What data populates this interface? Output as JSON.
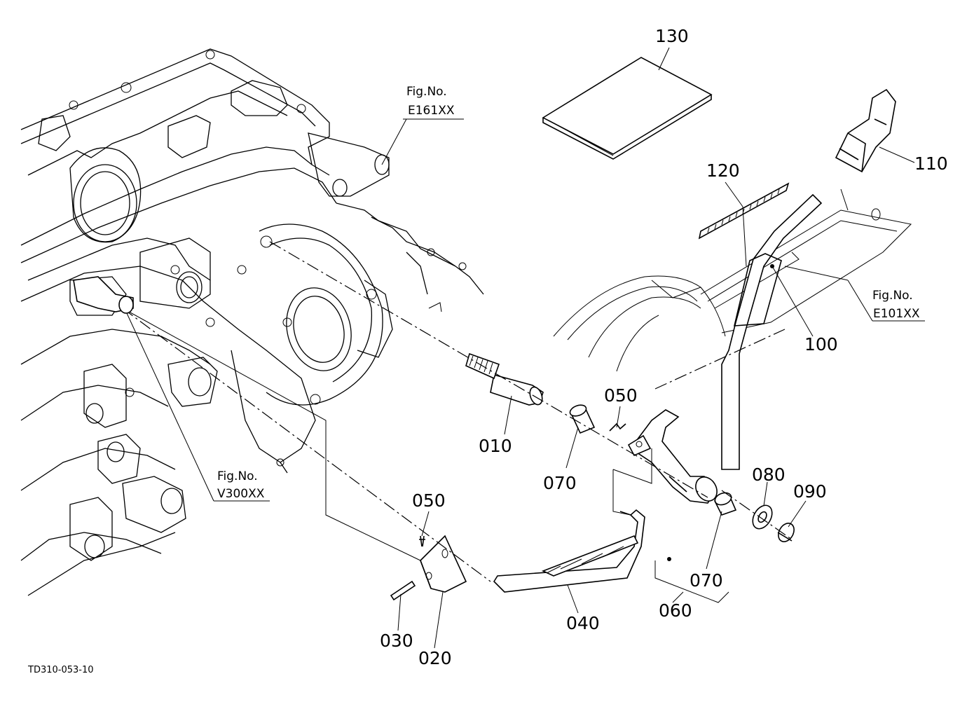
{
  "diagram": {
    "drawing_code": "TD310-053-10",
    "callouts": [
      {
        "id": "010",
        "label": "010"
      },
      {
        "id": "020",
        "label": "020"
      },
      {
        "id": "030",
        "label": "030"
      },
      {
        "id": "040",
        "label": "040"
      },
      {
        "id": "050a",
        "label": "050"
      },
      {
        "id": "050b",
        "label": "050"
      },
      {
        "id": "060",
        "label": "060"
      },
      {
        "id": "070a",
        "label": "070"
      },
      {
        "id": "070b",
        "label": "070"
      },
      {
        "id": "080",
        "label": "080"
      },
      {
        "id": "090",
        "label": "090"
      },
      {
        "id": "100",
        "label": "100"
      },
      {
        "id": "110",
        "label": "110"
      },
      {
        "id": "120",
        "label": "120"
      },
      {
        "id": "130",
        "label": "130"
      }
    ],
    "figure_refs": [
      {
        "id": "e161",
        "title": "Fig.No.",
        "code": "E161XX"
      },
      {
        "id": "e101",
        "title": "Fig.No.",
        "code": "E101XX"
      },
      {
        "id": "v300",
        "title": "Fig.No.",
        "code": "V300XX"
      }
    ]
  }
}
